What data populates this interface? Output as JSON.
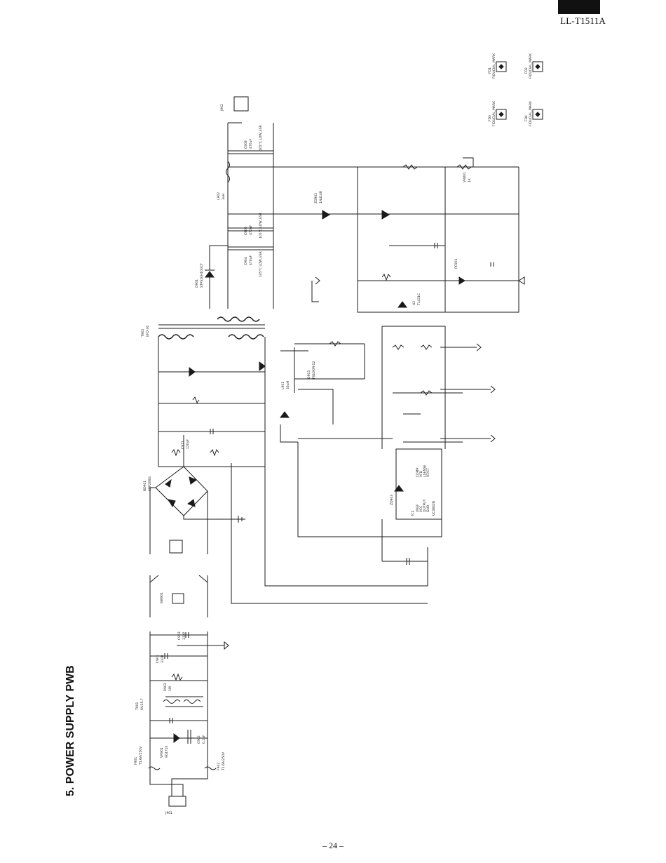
{
  "header": {
    "model": "LL-T1511A"
  },
  "section": {
    "title": "5. POWER SUPPLY PWB"
  },
  "footer": {
    "page_number": "– 24 –"
  },
  "components": {
    "j901": "J901",
    "j902": "J902",
    "f901": "F901",
    "f901_val": "T1.6A/250V",
    "f902": "F902",
    "f902_val": "T1.6A/250V",
    "vr901": "VR901",
    "vr901_val": "90471K",
    "c902": "C902",
    "c902_val": "0.1uF",
    "t901": "T901",
    "t901_val": "UU15.7",
    "c901": "C901",
    "c901_val": "332P",
    "c903": "C903",
    "c903_val": "332P",
    "r902": "R902",
    "r902_val": "1M",
    "sw": "SW901",
    "bd901": "BD901",
    "bd901_val": "KBP206G",
    "t902": "T902",
    "t902_val": "EFD-30",
    "ic1": "IC1",
    "ic1_val": "UC3842B",
    "ic1_pins": [
      "VREF",
      "VCC",
      "OUTPUT",
      "GND",
      "COMP",
      "VFB",
      "I.SENSE",
      "RT/CT"
    ],
    "q903": "Q903",
    "q903_val": "FS10KM-12",
    "l901": "L901",
    "l901_val": "33uH",
    "l902": "L902",
    "l902_val": "3uH",
    "c911": "C911",
    "c911_val": "120uF",
    "c904": "C904",
    "c904_val": "470uF",
    "c906": "C906",
    "c906_val": "470uF",
    "c908": "C908",
    "c908_val": "470uF",
    "cap_note": "105°C LOW_ESR",
    "d901": "D901",
    "d901_val": "STPS10H100CT",
    "zd902": "ZD902",
    "zd902_val": "1N4148",
    "zd903": "ZD903",
    "u2": "U2",
    "u2_val": "TL431C",
    "pc901": "PC901",
    "vr801": "VR801",
    "vr801_val": "1K",
    "fd1": "FD1",
    "fd2": "FD2",
    "fd3": "FD3",
    "fd4": "FD4",
    "fd_note": "FIDUCIAL_MARK"
  }
}
